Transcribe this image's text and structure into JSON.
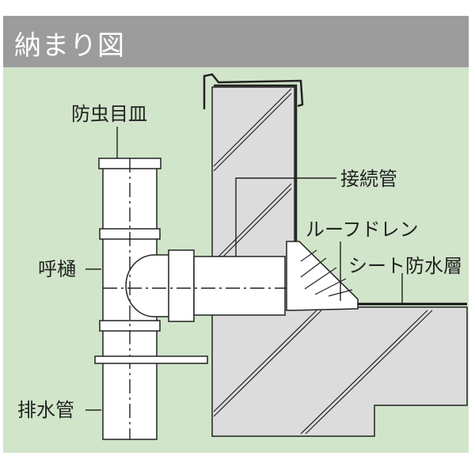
{
  "header": {
    "title": "納まり図"
  },
  "labels": {
    "insect_screen": "防虫目皿",
    "leader_head": "呼樋",
    "drain_pipe": "排水管",
    "connecting_pipe": "接続管",
    "roof_drain": "ルーフドレン",
    "sheet_waterproofing": "シート防水層"
  },
  "colors": {
    "header": "#9c9c9c",
    "background": "#d1e5ca",
    "concrete": "#dcdcdc"
  }
}
